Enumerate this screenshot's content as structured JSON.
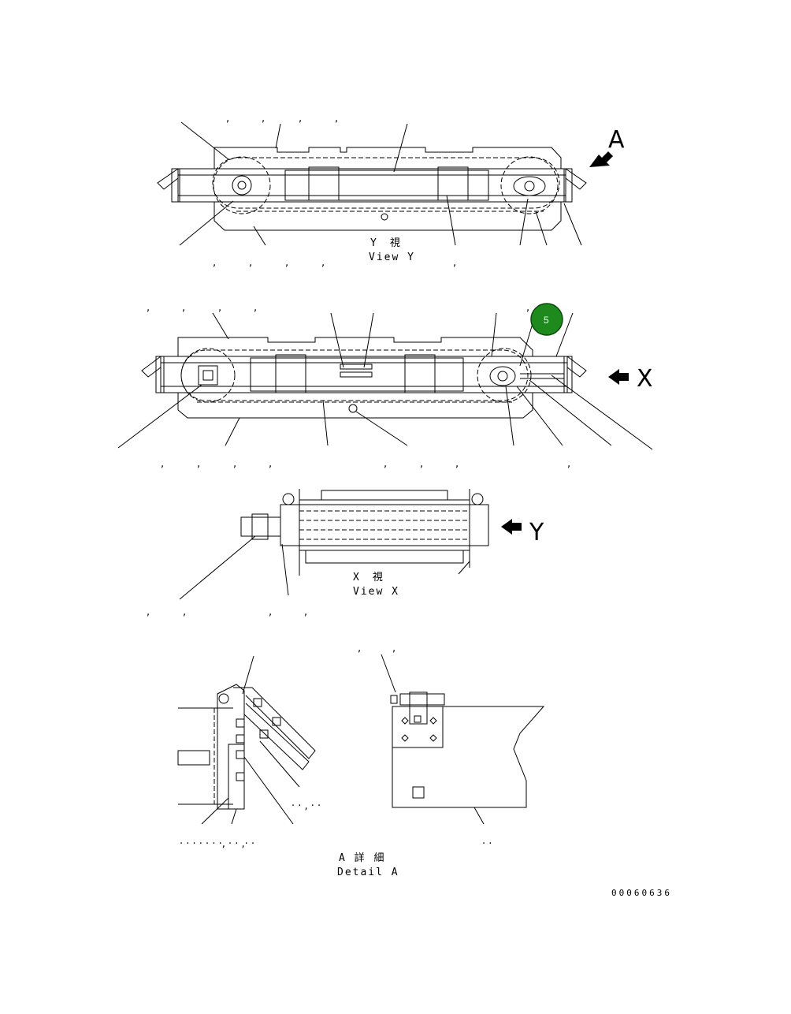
{
  "views": {
    "view_y": {
      "jp": "Y　視",
      "en": "View Y"
    },
    "view_x": {
      "jp": "X　視",
      "en": "View X"
    },
    "detail_a": {
      "jp": "A 詳 細",
      "en": "Detail A"
    }
  },
  "arrows": {
    "a": "A",
    "x": "X",
    "y": "Y"
  },
  "badge": {
    "text": "5",
    "color": "#1e8a1e"
  },
  "drawing_number": "00060636",
  "colors": {
    "line": "#000000",
    "background": "#ffffff"
  }
}
